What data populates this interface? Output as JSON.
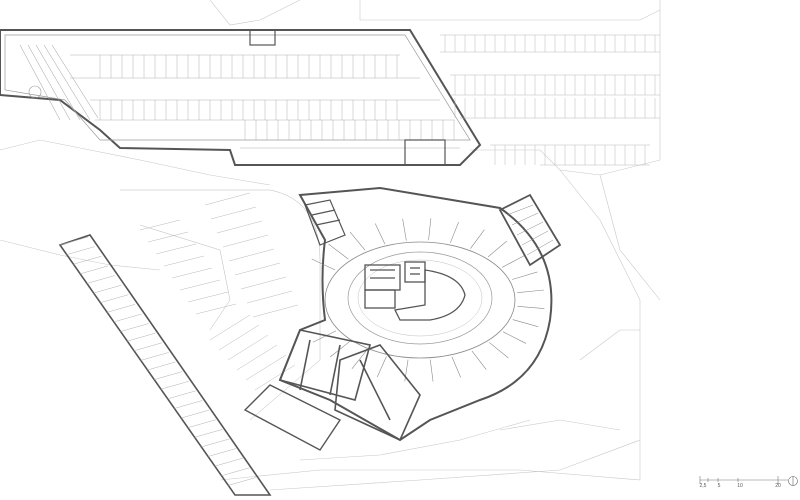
{
  "drawing": {
    "background": "#ffffff",
    "thin_line_color": "#bdbdbd",
    "medium_line_color": "#8a8a8a",
    "wall_color": "#555555",
    "scale_bar": {
      "labels": [
        "2,5",
        "5",
        "10",
        "20"
      ]
    },
    "north_arrow": {
      "icon": "north-arrow-icon"
    }
  }
}
